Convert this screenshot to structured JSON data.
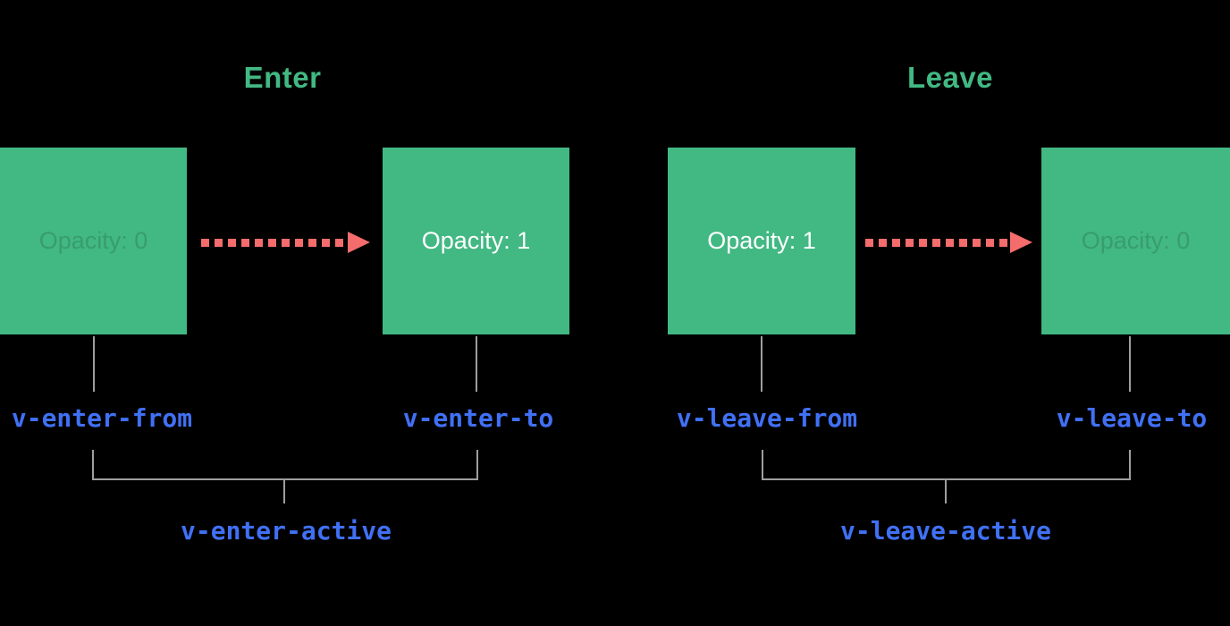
{
  "colors": {
    "background": "#000000",
    "box_green": "#42b883",
    "title_green": "#42b883",
    "arrow_red": "#f56c6c",
    "class_blue": "#4070f4",
    "line_gray": "#9e9e9e",
    "box_text_white": "#ffffff"
  },
  "sections": [
    {
      "title": "Enter",
      "from_box": {
        "label": "Opacity: 0",
        "faded": true
      },
      "to_box": {
        "label": "Opacity: 1",
        "faded": false
      },
      "from_class": "v-enter-from",
      "to_class": "v-enter-to",
      "active_class": "v-enter-active"
    },
    {
      "title": "Leave",
      "from_box": {
        "label": "Opacity: 1",
        "faded": false
      },
      "to_box": {
        "label": "Opacity: 0",
        "faded": true
      },
      "from_class": "v-leave-from",
      "to_class": "v-leave-to",
      "active_class": "v-leave-active"
    }
  ]
}
